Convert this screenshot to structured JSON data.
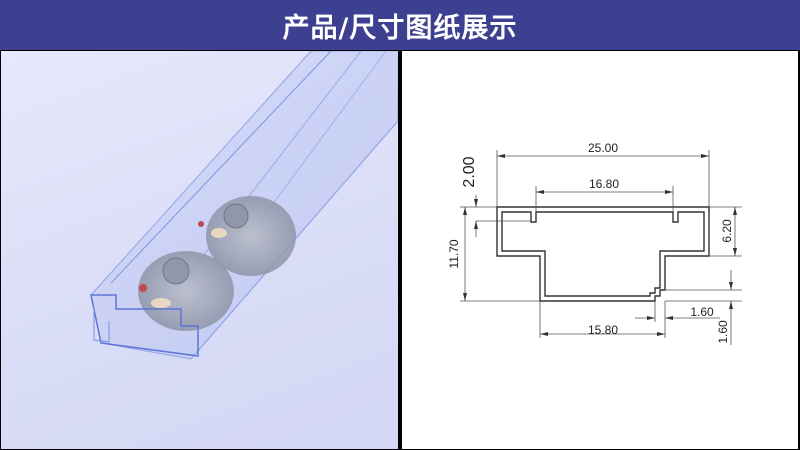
{
  "header": {
    "title": "产品/尺寸图纸展示",
    "background": "#3d3f91"
  },
  "left_panel": {
    "content": "product-photo",
    "description": "transparent blue PVC anti-static tube with round PCB modules inside"
  },
  "right_panel": {
    "content": "dimension-drawing",
    "dimensions": {
      "overall_width": "25.00",
      "inner_slot_width": "16.80",
      "lip_height": "2.00",
      "total_height": "11.70",
      "top_section_height": "6.20",
      "bottom_width": "15.80",
      "step_width": "1.60",
      "step_height": "1.60"
    }
  },
  "colors": {
    "header": "#3d3f91",
    "divider": "#000000",
    "photo_bg": "#dcdff7",
    "drawing_bg": "#ffffff"
  }
}
